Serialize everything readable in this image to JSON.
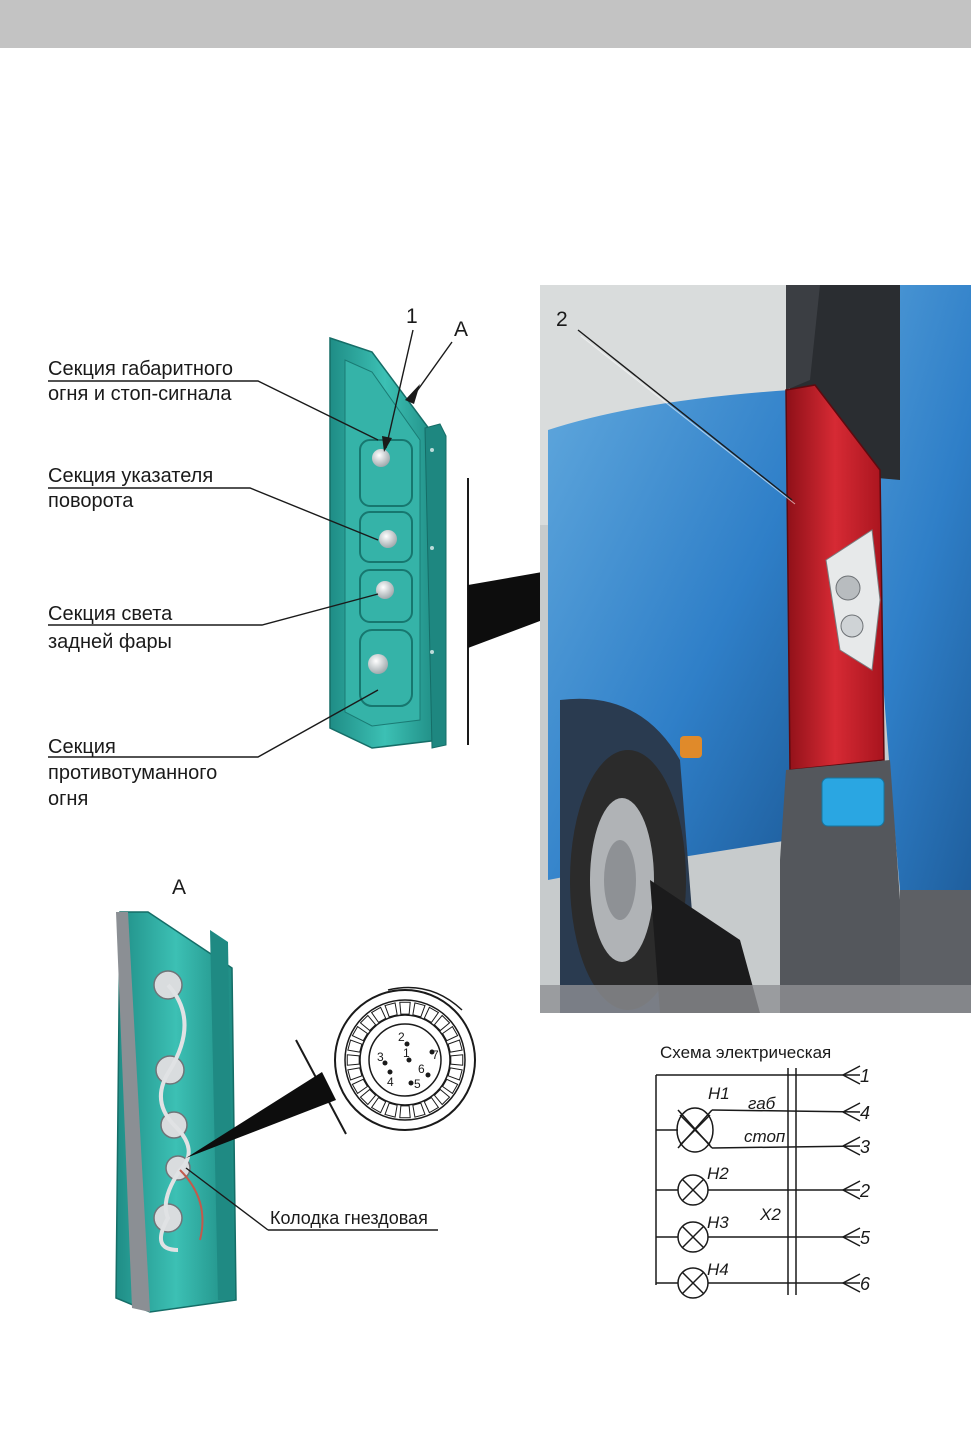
{
  "labels": {
    "sec_gabarit_1": "Секция габаритного",
    "sec_gabarit_2": "огня и стоп-сигнала",
    "sec_turn_1": "Секция указателя",
    "sec_turn_2": "поворота",
    "sec_reverse_1": "Секция света",
    "sec_reverse_2": "задней фары",
    "sec_fog_1": "Секция",
    "sec_fog_2": "противотуманного",
    "sec_fog_3": "огня",
    "connector": "Колодка гнездовая"
  },
  "callouts": {
    "one": "1",
    "two": "2",
    "view_a_top": "A",
    "view_a_bottom": "A"
  },
  "connector_pins": [
    "1",
    "2",
    "3",
    "4",
    "5",
    "6",
    "7"
  ],
  "schematic": {
    "title": "Схема электрическая",
    "lamps": [
      "H1",
      "H2",
      "H3",
      "H4"
    ],
    "wire_labels": [
      "габ",
      "стоп"
    ],
    "connector": "X2",
    "terminals": [
      "1",
      "4",
      "3",
      "2",
      "5",
      "6"
    ]
  },
  "colors": {
    "header_bar": "#c3c3c3",
    "lamp_teal": "#2eaaa0",
    "van_blue": "#2f7fc8",
    "taillight_red": "#c8202c"
  }
}
